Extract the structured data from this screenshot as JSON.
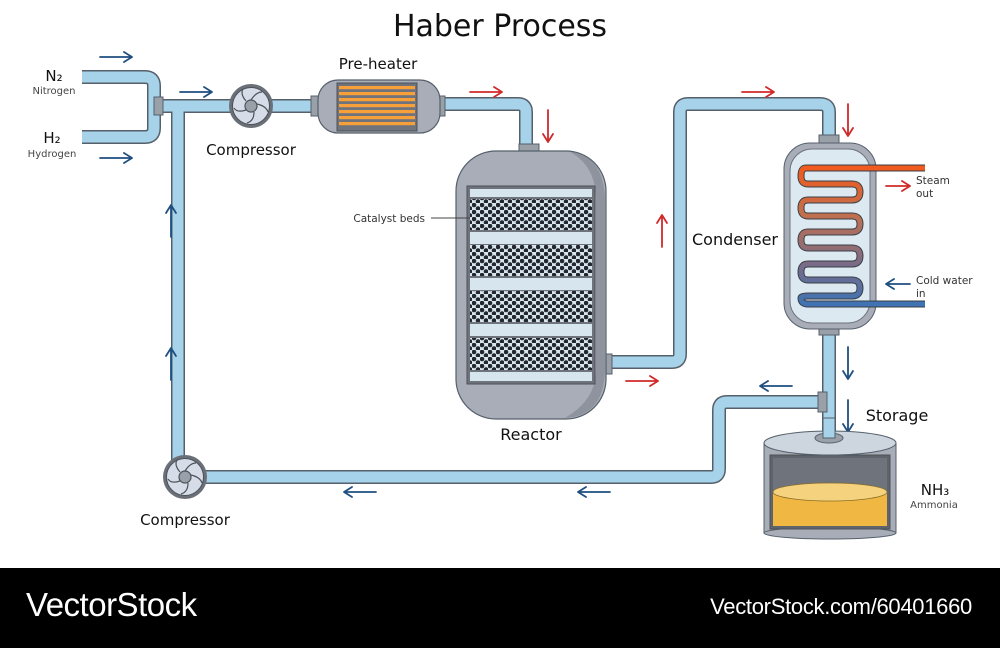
{
  "title": "Haber Process",
  "inputs": {
    "nitrogen": {
      "formula": "N₂",
      "name": "Nitrogen"
    },
    "hydrogen": {
      "formula": "H₂",
      "name": "Hydrogen"
    }
  },
  "components": {
    "compressor_top": "Compressor",
    "preheater": "Pre-heater",
    "reactor": "Reactor",
    "catalyst_beds": "Catalyst beds",
    "condenser": "Condenser",
    "steam_out": [
      "Steam",
      "out"
    ],
    "cold_water_in": [
      "Cold water",
      "in"
    ],
    "storage": "Storage",
    "compressor_bottom": "Compressor"
  },
  "product": {
    "formula": "NH₃",
    "name": "Ammonia"
  },
  "colors": {
    "pipe_fill": "#a7d3ea",
    "pipe_stroke": "#55606b",
    "arrow_cold": "#1f4f80",
    "arrow_hot": "#d02a2a",
    "vessel_gray": "#a9adb8",
    "heater_orange": "#f7a03a",
    "ammonia_yellow": "#f0b842"
  },
  "footer": {
    "brand": "VectorStock",
    "url": "VectorStock.com/60401660"
  }
}
